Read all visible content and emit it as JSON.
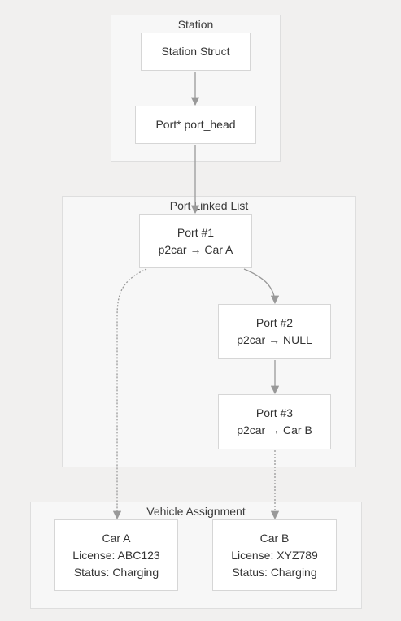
{
  "clusters": {
    "station": {
      "title": "Station"
    },
    "port_list": {
      "title": "Port Linked List"
    },
    "vehicles": {
      "title": "Vehicle Assignment"
    }
  },
  "nodes": {
    "station_struct": {
      "line1": "Station Struct"
    },
    "port_head": {
      "line1": "Port* port_head"
    },
    "port1": {
      "line1": "Port #1",
      "line2": "p2car → Car A"
    },
    "port2": {
      "line1": "Port #2",
      "line2": "p2car → NULL"
    },
    "port3": {
      "line1": "Port #3",
      "line2": "p2car → Car B"
    },
    "car_a": {
      "line1": "Car A",
      "line2": "License: ABC123",
      "line3": "Status: Charging"
    },
    "car_b": {
      "line1": "Car B",
      "line2": "License: XYZ789",
      "line3": "Status: Charging"
    }
  },
  "colors": {
    "background": "#f1f0ef",
    "cluster_fill": "#f7f7f7",
    "cluster_border": "#dedede",
    "node_fill": "#ffffff",
    "node_border": "#d6d6d6",
    "edge": "#999999"
  }
}
